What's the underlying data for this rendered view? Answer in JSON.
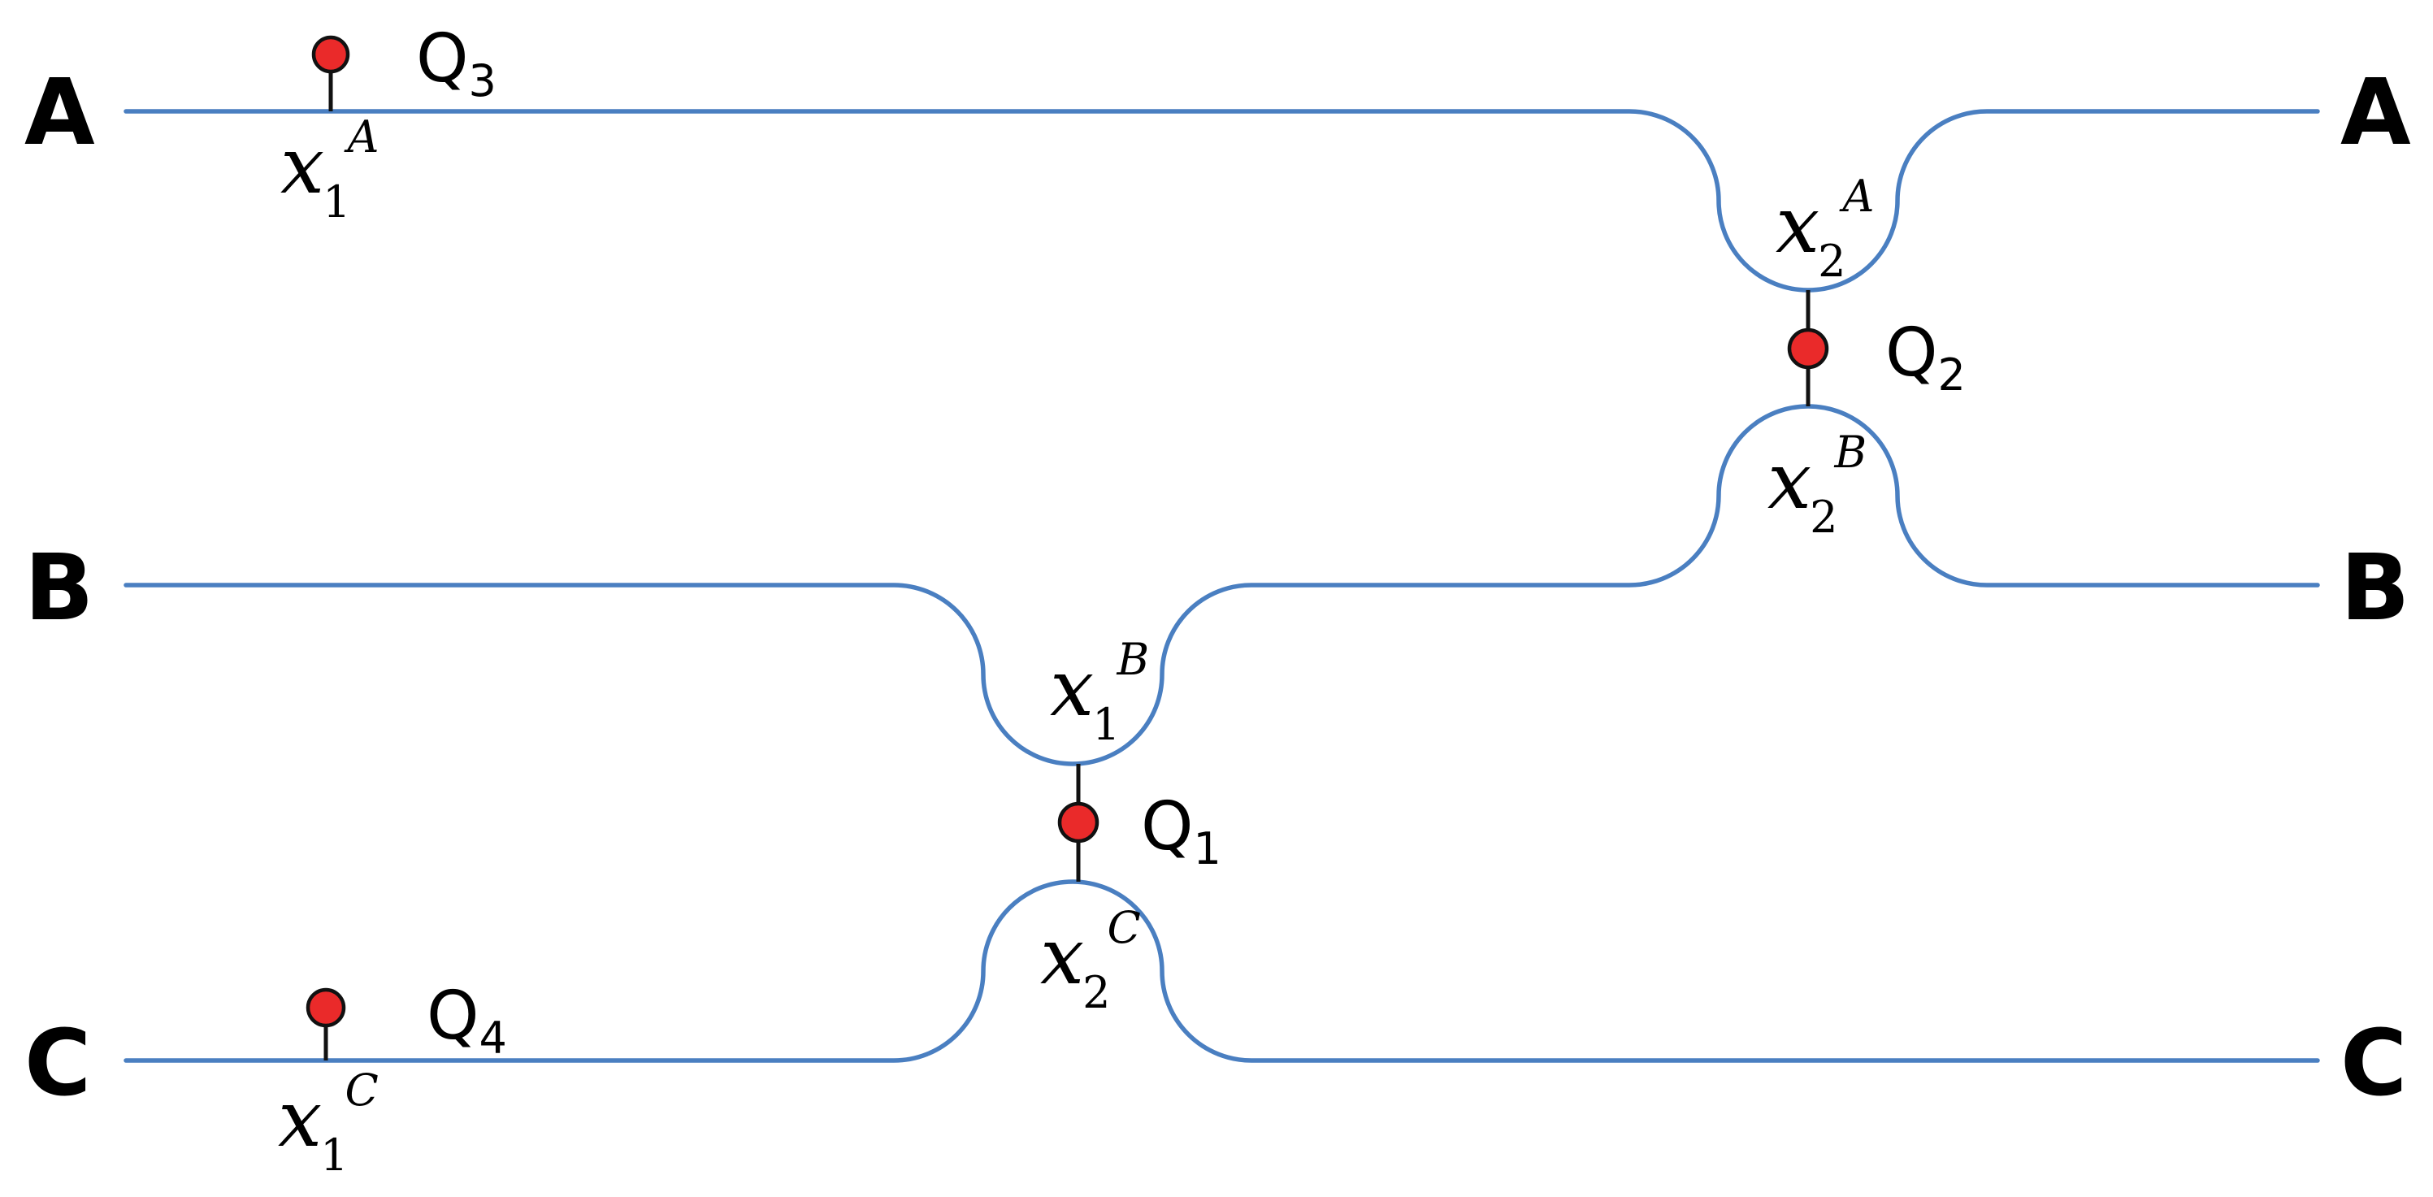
{
  "colors": {
    "track": "#4a7fc1",
    "dot_fill": "#ea2a2a",
    "dot_stroke": "#111111",
    "stem": "#111111"
  },
  "lines": [
    {
      "id": "A",
      "label_left": "A",
      "label_right": "A"
    },
    {
      "id": "B",
      "label_left": "B",
      "label_right": "B"
    },
    {
      "id": "C",
      "label_left": "C",
      "label_right": "C"
    }
  ],
  "nodes": {
    "q1": {
      "label": "Q",
      "sub": "1"
    },
    "q2": {
      "label": "Q",
      "sub": "2"
    },
    "q3": {
      "label": "Q",
      "sub": "3"
    },
    "q4": {
      "label": "Q",
      "sub": "4"
    }
  },
  "positions": {
    "x1A": {
      "base": "x",
      "sub": "1",
      "sup": "A"
    },
    "x2A": {
      "base": "x",
      "sub": "2",
      "sup": "A"
    },
    "x2B": {
      "base": "x",
      "sub": "2",
      "sup": "B"
    },
    "x1B": {
      "base": "x",
      "sub": "1",
      "sup": "B"
    },
    "x2C": {
      "base": "x",
      "sub": "2",
      "sup": "C"
    },
    "x1C": {
      "base": "x",
      "sub": "1",
      "sup": "C"
    }
  }
}
